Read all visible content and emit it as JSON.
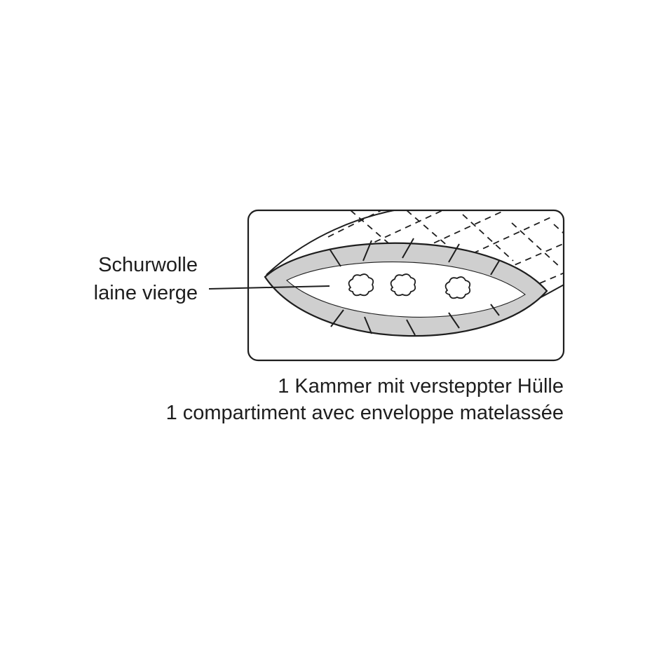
{
  "callout": {
    "de": "Schurwolle",
    "fr": "laine vierge"
  },
  "caption": {
    "de": "1 Kammer mit versteppter Hülle",
    "fr": "1 compartiment avec enveloppe matelassée"
  },
  "colors": {
    "line": "#1e1e1e",
    "casing_fill": "#cfcfcf",
    "background": "#ffffff"
  }
}
